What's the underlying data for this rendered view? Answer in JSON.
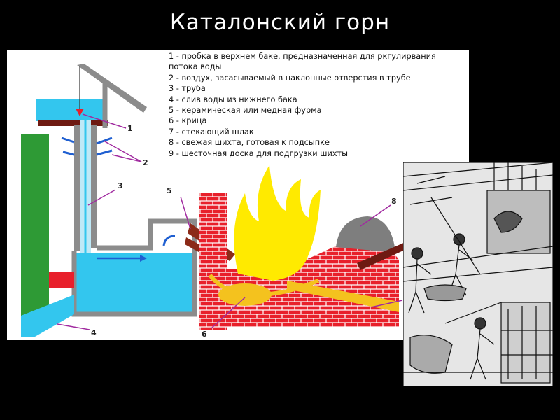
{
  "title": "Каталонский горн",
  "legend": [
    "1 - пробка в верхнем баке, предназначенная для ркгулирвания потока воды",
    "2 - воздух, засасываемый в наклонные отверстия в трубе",
    "3 - труба",
    "4 - слив воды из нижнего бака",
    "5 - керамическая или медная фурма",
    "6 - крица",
    "7 - стекающий шлак",
    "8 - свежая шихта, готовая к подсыпке",
    "9 - шесточная доска для подгрузки шихты"
  ],
  "callouts": [
    "1",
    "2",
    "3",
    "4",
    "5",
    "6",
    "8"
  ],
  "colors": {
    "water": "#33c6ee",
    "brick": "#e8202b",
    "flame": "#ffea00",
    "slag": "#f4c21e",
    "wall": "#8c8c8c",
    "bank": "#2e9a35",
    "dark_brick": "#6e1a12"
  }
}
